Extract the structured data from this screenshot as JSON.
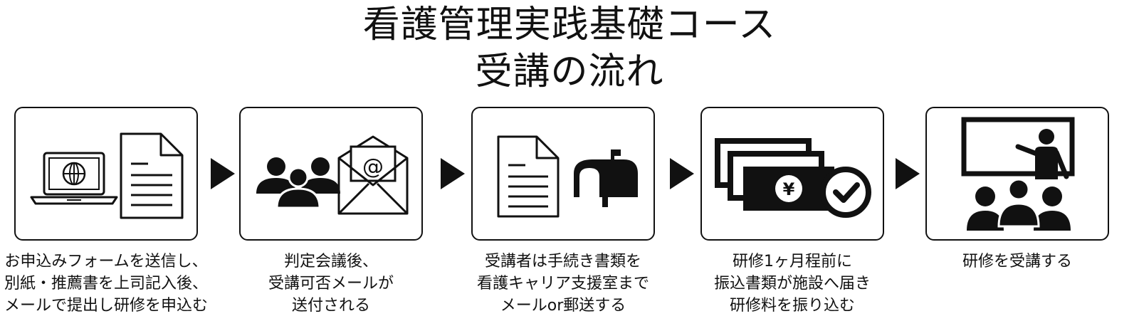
{
  "title": {
    "line1": "看護管理実践基礎コース",
    "line2": "受講の流れ"
  },
  "steps": [
    {
      "icons": [
        "laptop-globe-icon",
        "document-icon"
      ],
      "caption": [
        "お申込みフォームを送信し、",
        "別紙・推薦書を上司記入後、",
        "メールで提出し研修を申込む"
      ]
    },
    {
      "icons": [
        "people-group-icon",
        "envelope-at-icon"
      ],
      "caption": [
        "判定会議後、",
        "受講可否メールが",
        "送付される"
      ]
    },
    {
      "icons": [
        "document-icon",
        "mailbox-icon"
      ],
      "caption": [
        "受講者は手続き書類を",
        "看護キャリア支援室まで",
        "メールor郵送する"
      ]
    },
    {
      "icons": [
        "banknotes-yen-icon",
        "check-circle-icon"
      ],
      "caption": [
        "研修1ヶ月程前に",
        "振込書類が施設へ届き",
        "研修料を振り込む"
      ]
    },
    {
      "icons": [
        "teacher-board-icon",
        "audience-icon"
      ],
      "caption": [
        "研修を受講する"
      ]
    }
  ],
  "colors": {
    "ink": "#111111",
    "background": "#ffffff"
  }
}
